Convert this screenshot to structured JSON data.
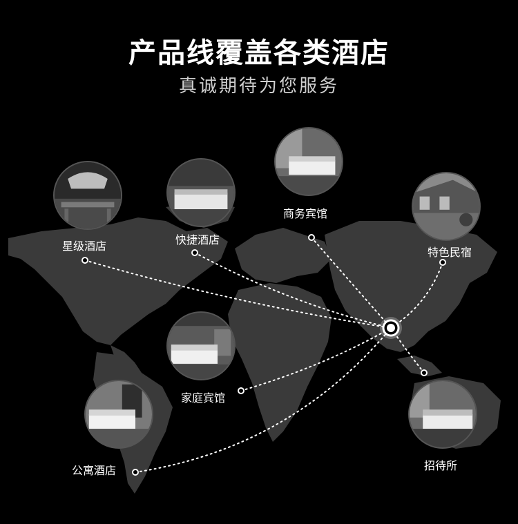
{
  "header": {
    "title": "产品线覆盖各类酒店",
    "subtitle": "真诚期待为您服务"
  },
  "hotels": [
    {
      "id": "star",
      "label": "星级酒店"
    },
    {
      "id": "express",
      "label": "快捷酒店"
    },
    {
      "id": "business",
      "label": "商务宾馆"
    },
    {
      "id": "homestay",
      "label": "特色民宿"
    },
    {
      "id": "family",
      "label": "家庭宾馆"
    },
    {
      "id": "apartment",
      "label": "公寓酒店"
    },
    {
      "id": "guesthouse",
      "label": "招待所"
    }
  ],
  "colors": {
    "background": "#000000",
    "map_land": "#3a3a3a",
    "dots": "#ffffff"
  }
}
